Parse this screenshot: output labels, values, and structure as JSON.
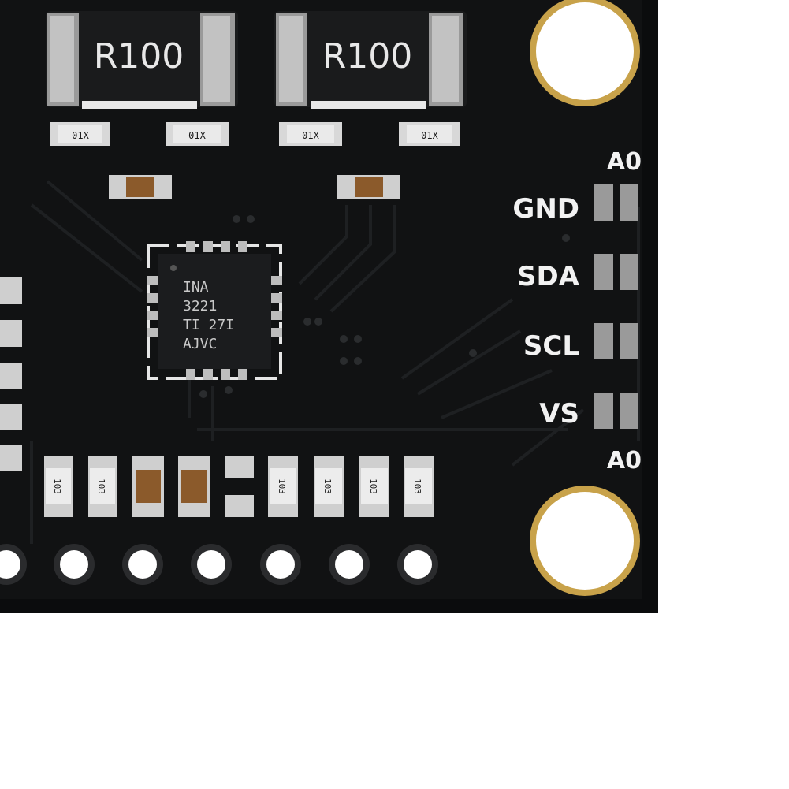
{
  "board": {
    "colors": {
      "pcb": "#111213",
      "trace": "#1d1f21",
      "silkscreen": "#f2f2f2",
      "pad_gold": "#c8a24a",
      "background": "#ffffff"
    },
    "shunt_resistors": [
      {
        "marking": "R100"
      },
      {
        "marking": "R100"
      }
    ],
    "small_resistor_markings": [
      "01X",
      "01X",
      "01X",
      "01X"
    ],
    "ic": {
      "lines": [
        "INA",
        "3221",
        "TI  27I",
        "AJVC"
      ]
    },
    "header_labels": {
      "top_a0": "A0",
      "gnd": "GND",
      "sda": "SDA",
      "scl": "SCL",
      "vs": "VS",
      "bottom_a0": "A0"
    },
    "bottom_resistor_markings": [
      "103",
      "103",
      "103",
      "103",
      "103",
      "103"
    ]
  }
}
